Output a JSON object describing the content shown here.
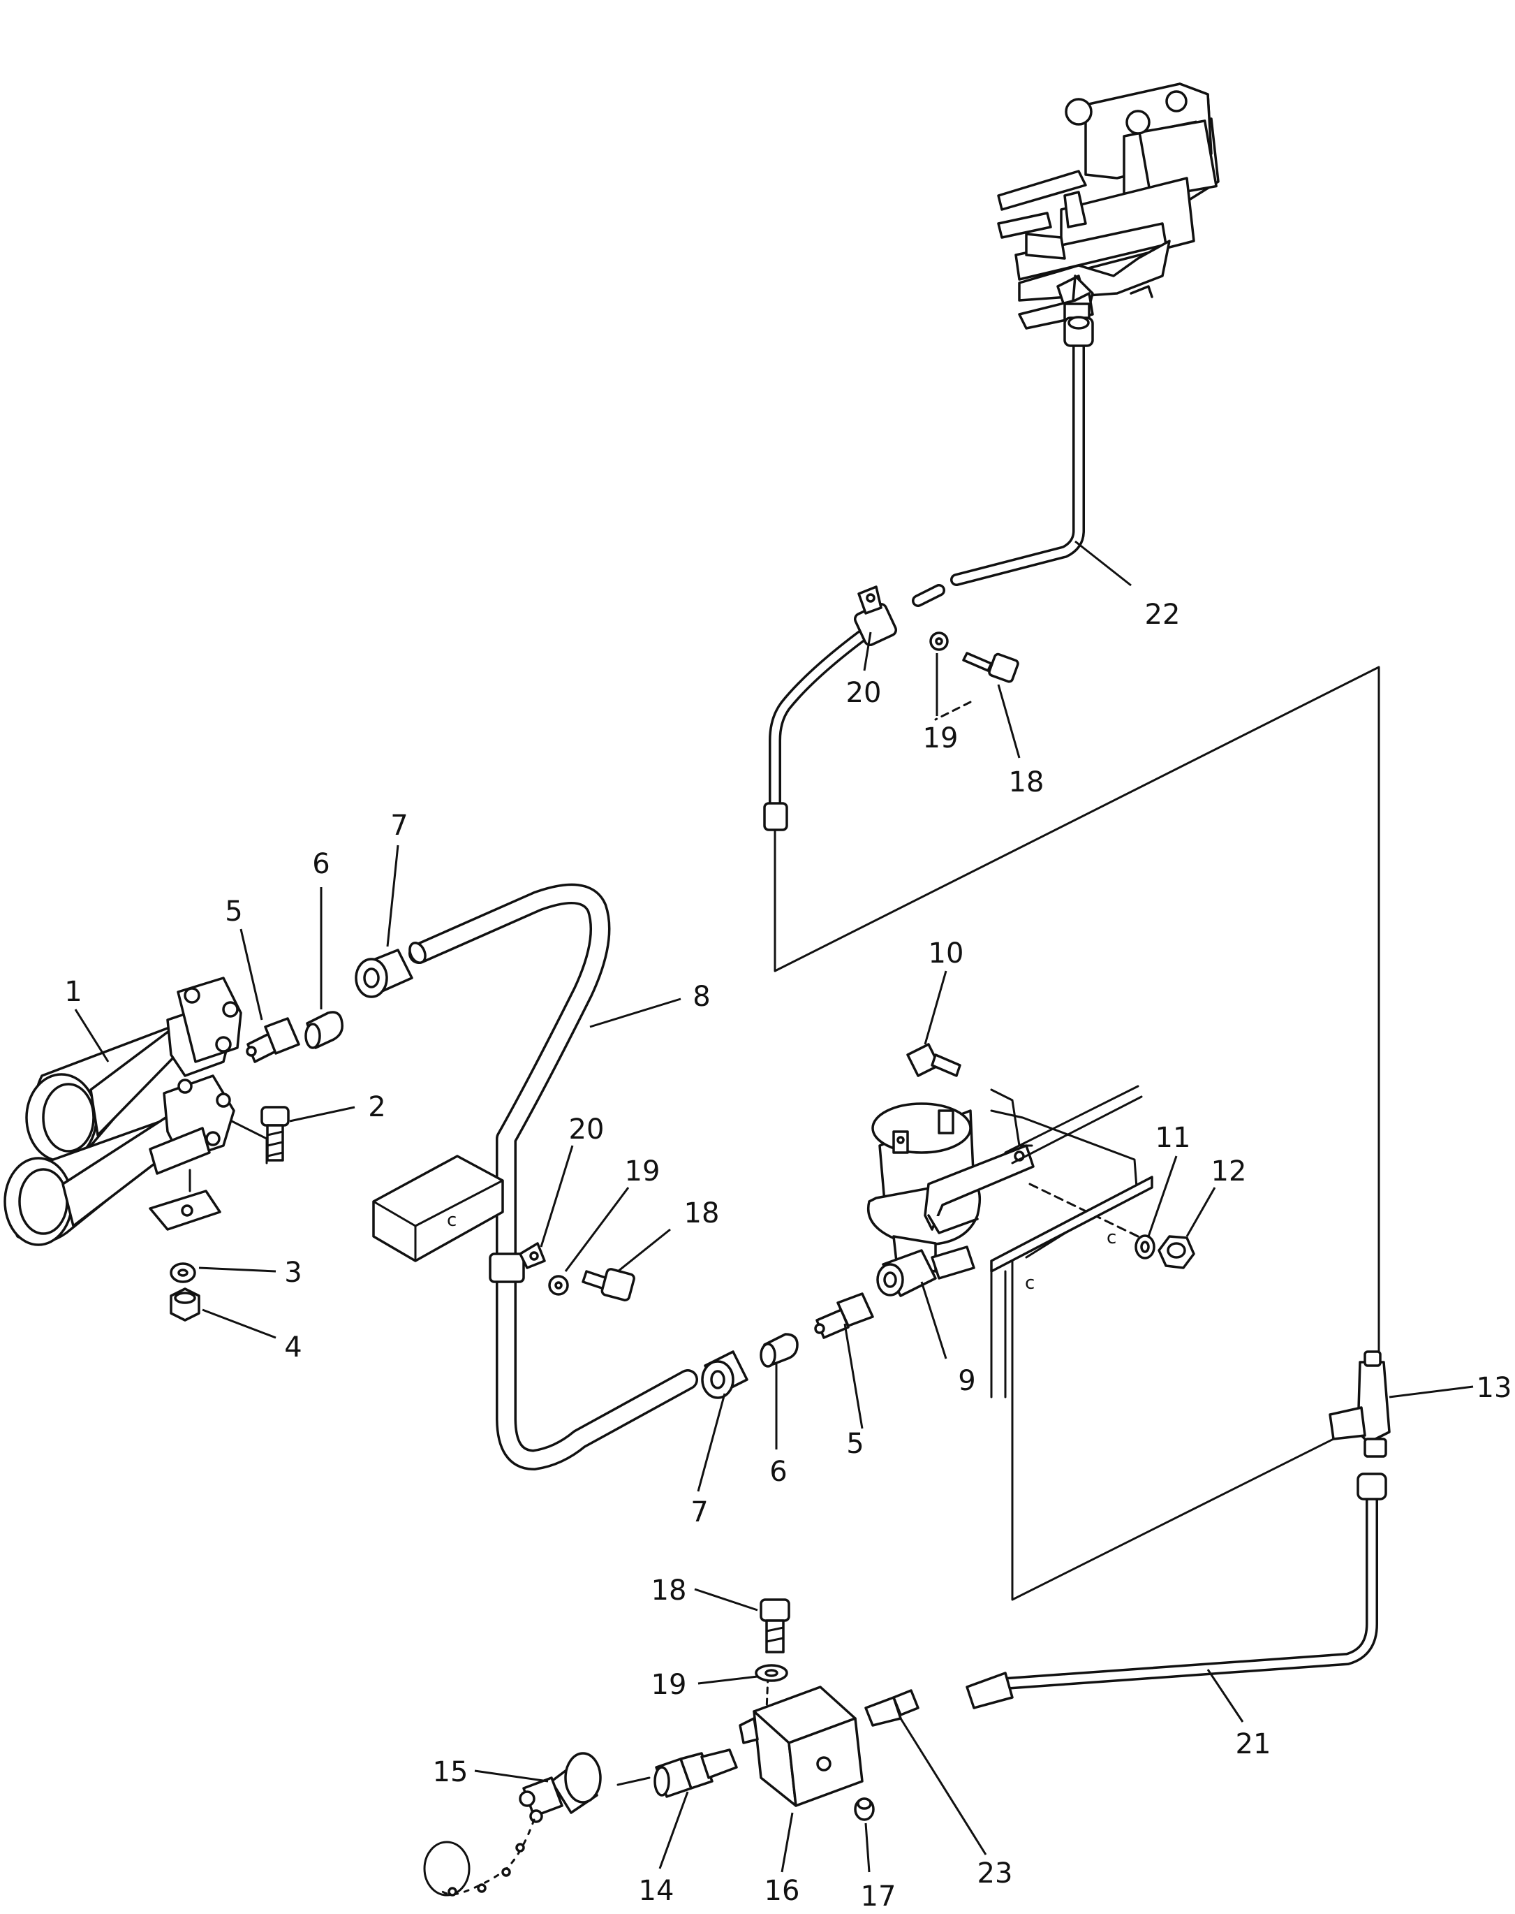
{
  "callouts": {
    "c1": "1",
    "c2": "2",
    "c3": "3",
    "c4": "4",
    "c5a": "5",
    "c5b": "5",
    "c6a": "6",
    "c6b": "6",
    "c7a": "7",
    "c7b": "7",
    "c8": "8",
    "c9": "9",
    "c10": "10",
    "c11": "11",
    "c12": "12",
    "c13": "13",
    "c14": "14",
    "c15": "15",
    "c16": "16",
    "c17": "17",
    "c18a": "18",
    "c18b": "18",
    "c18c": "18",
    "c19a": "19",
    "c19b": "19",
    "c19c": "19",
    "c20a": "20",
    "c20b": "20",
    "c21": "21",
    "c22": "22",
    "c23": "23"
  },
  "marks": {
    "m1": "c",
    "m2": "c",
    "m3": "c"
  }
}
